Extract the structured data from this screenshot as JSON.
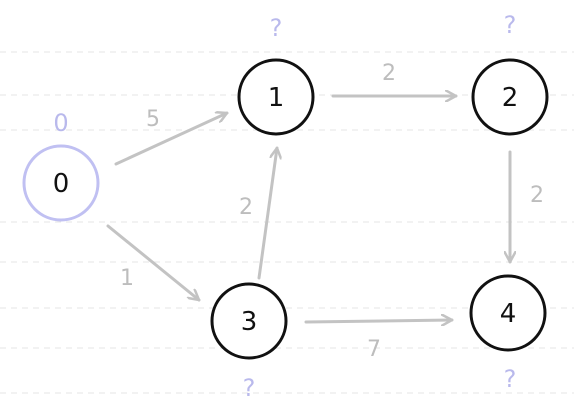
{
  "graph": {
    "nodes": [
      {
        "id": "0",
        "label": "0",
        "distance": "0",
        "source": true
      },
      {
        "id": "1",
        "label": "1",
        "distance": "?"
      },
      {
        "id": "2",
        "label": "2",
        "distance": "?"
      },
      {
        "id": "3",
        "label": "3",
        "distance": "?"
      },
      {
        "id": "4",
        "label": "4",
        "distance": "?"
      }
    ],
    "edges": [
      {
        "from": "0",
        "to": "1",
        "weight": "5"
      },
      {
        "from": "0",
        "to": "3",
        "weight": "1"
      },
      {
        "from": "3",
        "to": "1",
        "weight": "2"
      },
      {
        "from": "1",
        "to": "2",
        "weight": "2"
      },
      {
        "from": "2",
        "to": "4",
        "weight": "2"
      },
      {
        "from": "3",
        "to": "4",
        "weight": "7"
      }
    ],
    "colors": {
      "edge": "#c3c3c3",
      "weight_text": "#bdbdbd",
      "node_stroke": "#111111",
      "source_stroke": "#c0c0f2",
      "distance_text": "#b9b9ec"
    }
  }
}
